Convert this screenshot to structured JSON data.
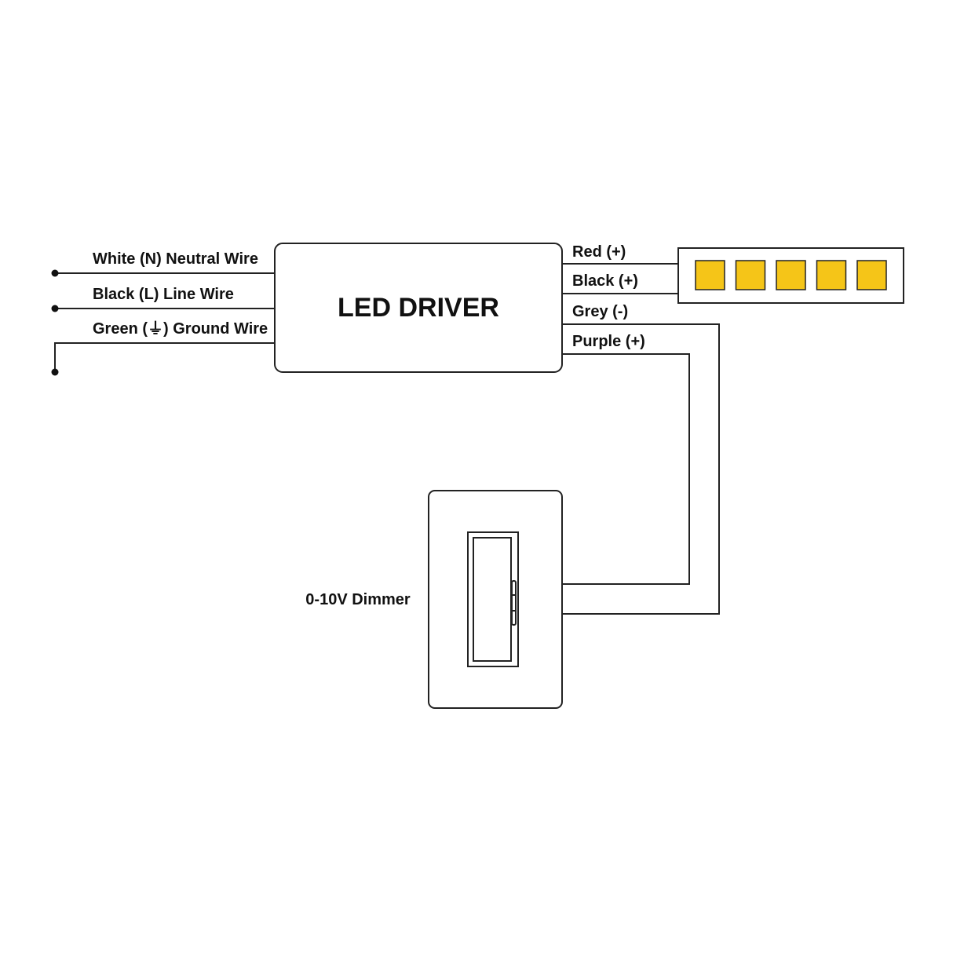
{
  "input_wires": [
    {
      "label": "White (N) Neutral Wire"
    },
    {
      "label": "Black (L) Line Wire"
    },
    {
      "label": "Green (⏚) Ground Wire"
    }
  ],
  "driver": {
    "label": "LED DRIVER"
  },
  "output_wires": [
    {
      "label": "Red (+)"
    },
    {
      "label": "Black (+)"
    },
    {
      "label": "Grey (-)"
    },
    {
      "label": "Purple (+)"
    }
  ],
  "led_strip": {
    "led_count": 5,
    "led_color": "#F5C518"
  },
  "dimmer": {
    "label": "0-10V Dimmer"
  }
}
